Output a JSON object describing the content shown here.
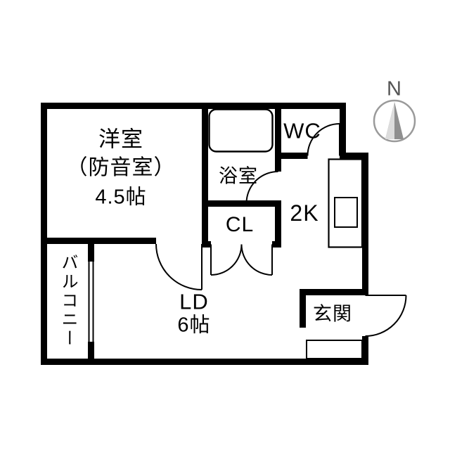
{
  "plan": {
    "western_room": {
      "name": "洋室",
      "note": "（防音室）",
      "size": "4.5帖"
    },
    "bathroom": {
      "label": "浴室"
    },
    "toilet": {
      "label": "WC"
    },
    "kitchen": {
      "label": "2K"
    },
    "closet": {
      "label": "CL"
    },
    "living_dining": {
      "label": "LD",
      "size": "6帖"
    },
    "entrance": {
      "label": "玄関"
    },
    "balcony": {
      "label": "バルコニー"
    },
    "compass": {
      "label": "N"
    },
    "colors": {
      "wall": "#000000",
      "background": "#ffffff",
      "compass": "#9a9a9a"
    }
  }
}
